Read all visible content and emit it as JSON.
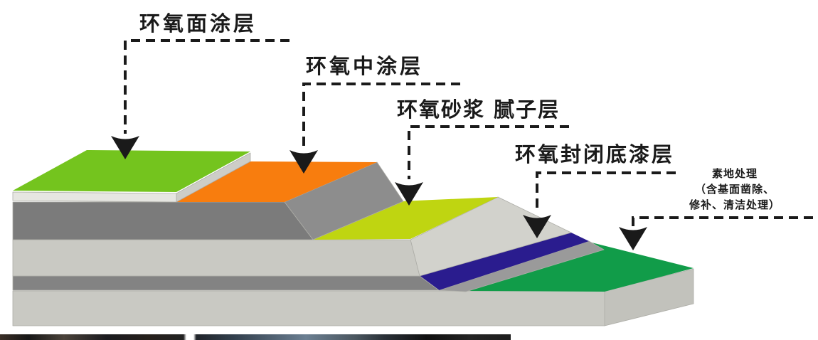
{
  "figure": {
    "type": "epoxy-floor-coating-layer-diagram",
    "labels": {
      "top_coat": "环氧面涂层",
      "mid_coat": "环氧中涂层",
      "mortar_putty": "环氧砂浆 腻子层",
      "sealing_primer": "环氧封闭底漆层",
      "substrate_lines": [
        "素地处理",
        "（含基面凿除、",
        "修补、清洁处理）"
      ]
    },
    "colors": {
      "top_coat_green": "#74C41E",
      "coat_edge_light": "#E6E6E1",
      "coat_edge_side": "#CDCDC7",
      "mid_coat_orange": "#F87D0E",
      "slab_dark_gray_front": "#7B7B7B",
      "slab_dark_gray_cut": "#8D8D8D",
      "mortar_yellow_green": "#BFD511",
      "slab_light_gray_front": "#C9C9C3",
      "slab_light_gray_cut": "#D2D2CC",
      "primer_blue": "#2A1C8E",
      "sub_gray_front": "#838383",
      "sub_gray_cut": "#9A9A9A",
      "substrate_green": "#119C49",
      "base_front": "#C9C9C3",
      "base_side": "#C2C2BC",
      "line_black": "#1A1A1A"
    }
  }
}
